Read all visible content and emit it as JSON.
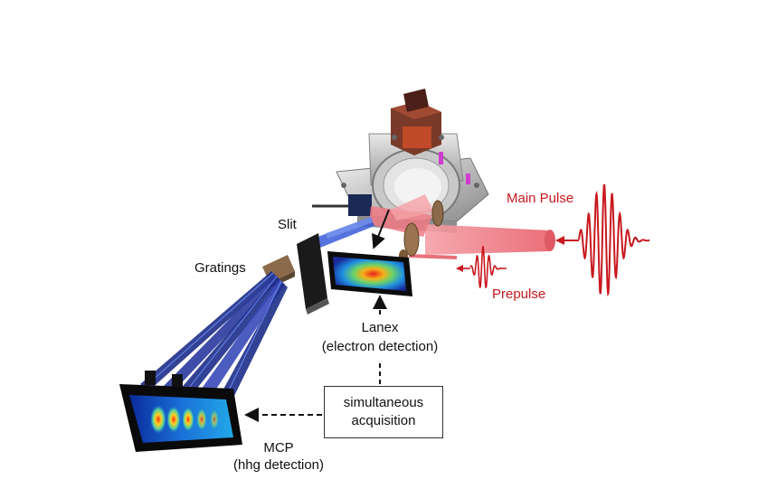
{
  "labels": {
    "main_pulse": "Main Pulse",
    "prepulse": "Prepulse",
    "slit": "Slit",
    "gratings": "Gratings",
    "lanex_line1": "Lanex",
    "lanex_line2": "(electron detection)",
    "mcp_line1": "MCP",
    "mcp_line2": "(hhg detection)",
    "sim_line1": "simultaneous",
    "sim_line2": "acquisition"
  },
  "colors": {
    "laser_red": "#c8181e",
    "beam_pink": "#f07a84",
    "xray_blue": "#2233aa"
  }
}
